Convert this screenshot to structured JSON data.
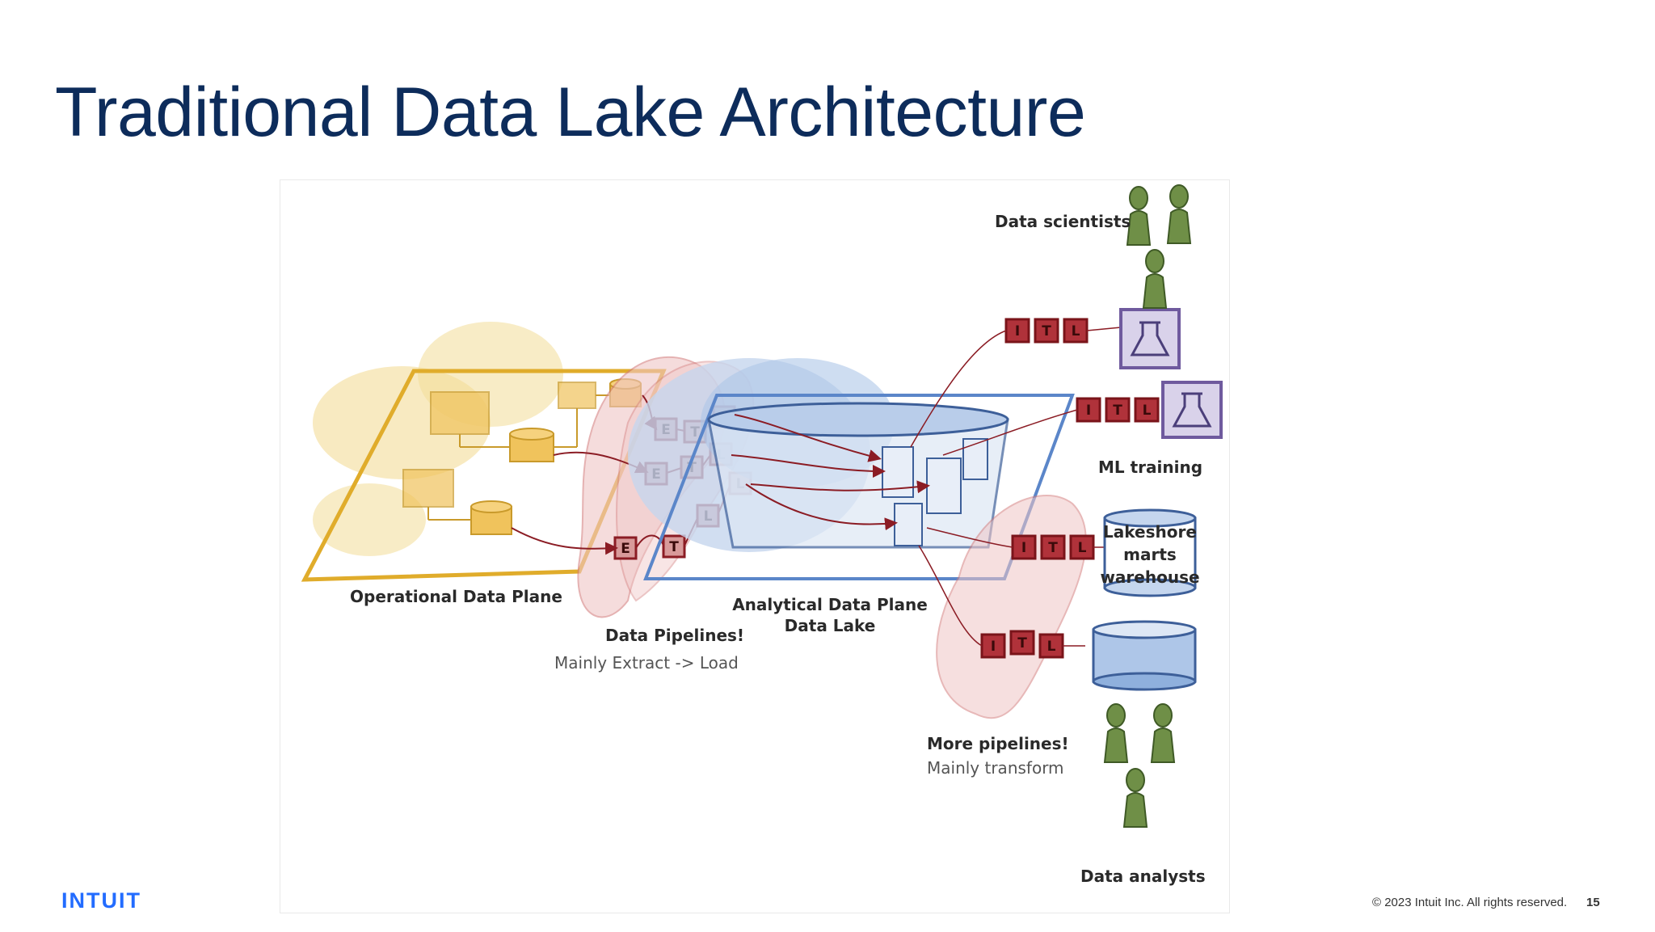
{
  "slide": {
    "title": "Traditional Data Lake Architecture"
  },
  "diagram": {
    "operational_plane": "Operational Data Plane",
    "pipelines_title": "Data Pipelines!",
    "pipelines_sub": "Mainly Extract -> Load",
    "analytical_line1": "Analytical Data Plane",
    "analytical_line2": "Data Lake",
    "more_pipelines_title": "More pipelines!",
    "more_pipelines_sub": "Mainly transform",
    "data_scientists": "Data scientists",
    "ml_training": "ML training",
    "lakeshore_line1": "Lakeshore",
    "lakeshore_line2": "marts",
    "lakeshore_line3": "warehouse",
    "data_analysts": "Data analysts",
    "letters": {
      "e": "E",
      "t": "T",
      "l": "L",
      "i": "I"
    }
  },
  "footer": {
    "logo": "INTUIT",
    "copyright": "© 2023 Intuit Inc. All rights reserved.",
    "page_number": "15"
  },
  "colors": {
    "title": "#0d2c5b",
    "operational": "#e3b53a",
    "pipeline": "#9b1c22",
    "analytical": "#5b86c9",
    "ml_box": "#6f5a9e",
    "person": "#5f7d3c",
    "logo": "#236cff"
  }
}
